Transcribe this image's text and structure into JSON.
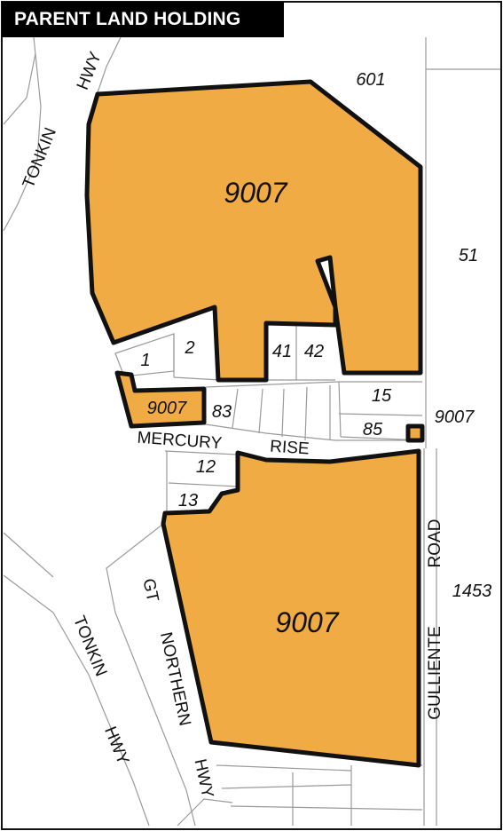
{
  "title": "PARENT LAND HOLDING",
  "colors": {
    "parcel_fill": "#f0ab44",
    "parcel_outline": "#111111",
    "cadastral_line": "#9a9a9a",
    "background": "#ffffff"
  },
  "lots": {
    "big_north": "9007",
    "big_south": "9007",
    "small_west": "9007",
    "small_east": "9007",
    "l601": "601",
    "l51": "51",
    "l1453": "1453",
    "l1": "1",
    "l2": "2",
    "l41": "41",
    "l42": "42",
    "l15": "15",
    "l85": "85",
    "l83": "83",
    "l12": "12",
    "l13": "13"
  },
  "roads": {
    "tonkin_hwy_north_1": "TONKIN",
    "tonkin_hwy_north_2": "HWY",
    "tonkin_hwy_south_1": "TONKIN",
    "tonkin_hwy_south_2": "HWY",
    "mercury_1": "MERCURY",
    "mercury_2": "RISE",
    "gt_northern_1": "GT",
    "gt_northern_2": "NORTHERN",
    "gt_northern_3": "HWY",
    "gulliente_1": "GULLIENTE",
    "gulliente_2": "ROAD"
  }
}
